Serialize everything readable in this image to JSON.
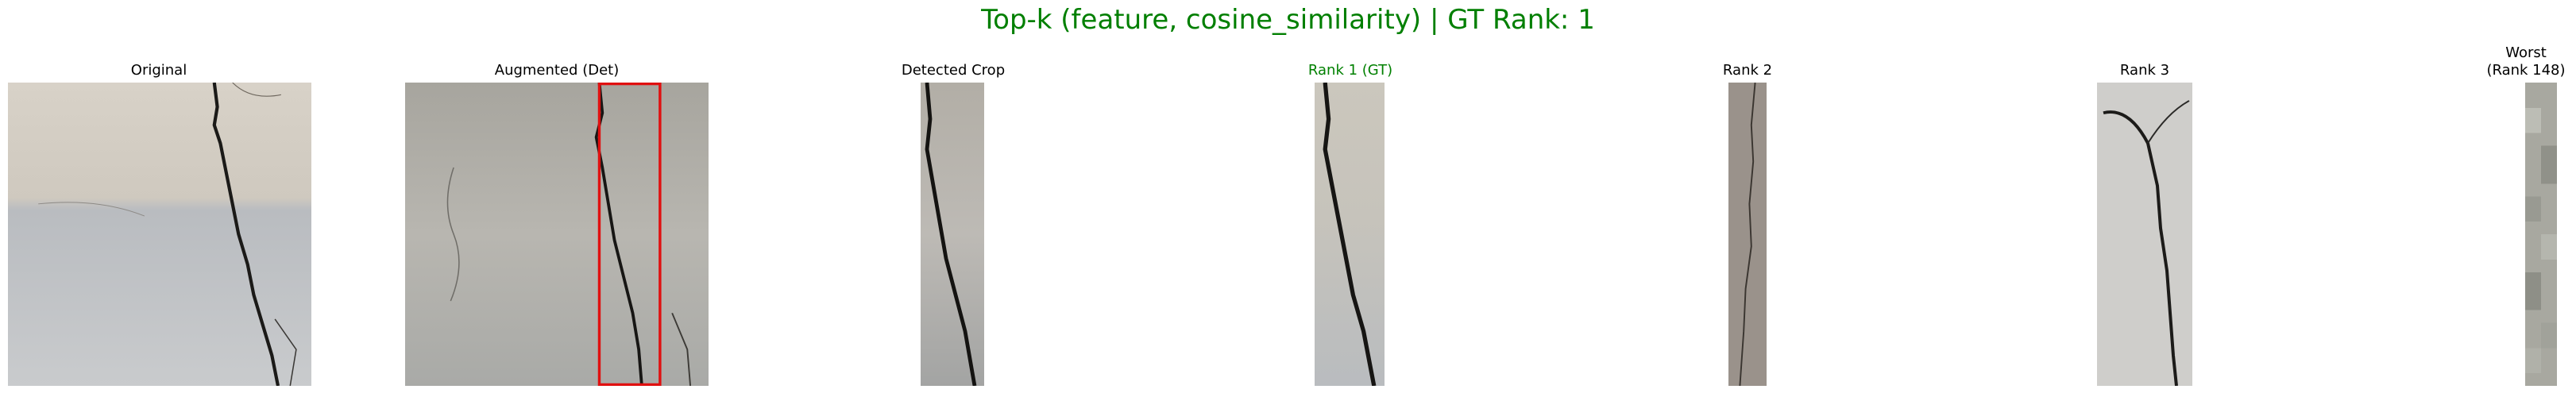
{
  "figure": {
    "title": "Top-k (feature, cosine_similarity) | GT Rank: 1",
    "title_color": "#008000",
    "panels": [
      {
        "id": "original",
        "label": "Original"
      },
      {
        "id": "augmented",
        "label": "Augmented (Det)",
        "box_color": "#e01010"
      },
      {
        "id": "detected",
        "label": "Detected Crop"
      },
      {
        "id": "rank1",
        "label": "Rank 1 (GT)",
        "label_color": "#008000"
      },
      {
        "id": "rank2",
        "label": "Rank 2"
      },
      {
        "id": "rank3",
        "label": "Rank 3"
      },
      {
        "id": "worst",
        "label": "Worst\n(Rank 148)"
      }
    ]
  }
}
